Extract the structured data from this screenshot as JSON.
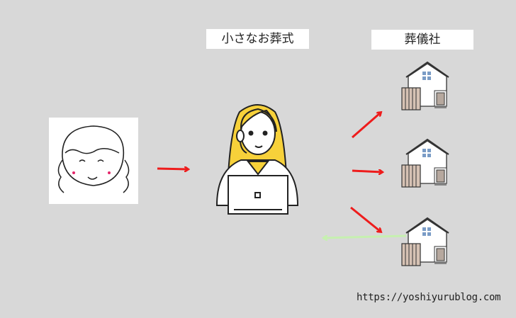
{
  "labels": {
    "service": "小さなお葬式",
    "funeral_homes": "葬儀社"
  },
  "url": "https://yoshiyurublog.com",
  "colors": {
    "background": "#d8d8d8",
    "arrow_request": "#ee1c1c",
    "arrow_reply": "#c6f0b0",
    "hair": "#f7d13a",
    "fence": "#d6c2b4"
  }
}
